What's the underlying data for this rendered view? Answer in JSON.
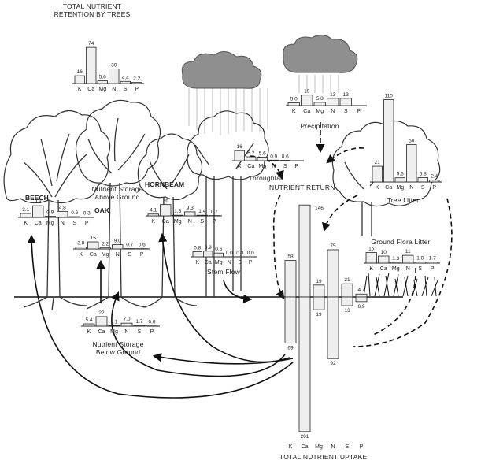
{
  "axis_labels": [
    "K",
    "Ca",
    "Mg",
    "N",
    "S",
    "P"
  ],
  "species_labels": [
    "BEECH",
    "OAK",
    "HORNBEAM"
  ],
  "panels": [
    {
      "id": "total-retention",
      "title_lines": [
        "TOTAL NUTRIENT",
        "RETENTION BY TREES"
      ],
      "values": [
        16,
        74,
        5.6,
        30,
        4.4,
        2.2
      ],
      "value_labels": [
        "16",
        "74",
        "5.6",
        "30",
        "4.4",
        "2.2"
      ]
    },
    {
      "id": "precipitation",
      "title_lines": [
        "Precipitation"
      ],
      "values": [
        5.0,
        19,
        5.8,
        13,
        13,
        0
      ],
      "value_labels": [
        "5.0",
        "19",
        "5.8",
        "13",
        "13",
        ""
      ]
    },
    {
      "id": "tree-litter",
      "title_lines": [
        "Tree Litter"
      ],
      "values": [
        21,
        110,
        5.6,
        50,
        5.8,
        2.4
      ],
      "value_labels": [
        "21",
        "110",
        "5.6",
        "50",
        "5.8",
        "2.4"
      ]
    },
    {
      "id": "throughfall",
      "title_lines": [
        "Throughfall"
      ],
      "values": [
        16,
        6.2,
        5.6,
        0.9,
        0.6,
        0
      ],
      "value_labels": [
        "16",
        "6.2",
        "5.6",
        "0.9",
        "0.6",
        ""
      ]
    },
    {
      "id": "beech",
      "title_lines": [],
      "values": [
        3.1,
        9.3,
        0.9,
        4.8,
        0.6,
        0.3
      ],
      "value_labels": [
        "3.1",
        "9.3",
        "0.9",
        "4.8",
        "0.6",
        "0.3"
      ]
    },
    {
      "id": "oak-storage-above",
      "title_lines": [
        "Nutrient Storage",
        "Above Ground"
      ],
      "values": [
        3.8,
        15,
        2.2,
        9.0,
        0.7,
        0.6
      ],
      "value_labels": [
        "3.8",
        "15",
        "2.2",
        "9.0",
        "0.7",
        "0.6"
      ]
    },
    {
      "id": "hornbeam",
      "title_lines": [],
      "values": [
        4.1,
        26,
        1.5,
        9.3,
        1.4,
        0.7
      ],
      "value_labels": [
        "4.1",
        "26",
        "1.5",
        "9.3",
        "1.4",
        "0.7"
      ]
    },
    {
      "id": "stem-flow",
      "title_lines": [
        "Stem Flow"
      ],
      "values": [
        0.8,
        0.9,
        0.6,
        0.0,
        0.0,
        0.0
      ],
      "value_labels": [
        "0.8",
        "0.9",
        "0.6",
        "0.0",
        "0.0",
        "0.0"
      ]
    },
    {
      "id": "ground-flora-litter",
      "title_lines": [
        "Ground Flora Litter"
      ],
      "values": [
        15,
        10,
        1.3,
        11,
        1.8,
        1.7
      ],
      "value_labels": [
        "15",
        "10",
        "1.3",
        "11",
        "1.8",
        "1.7"
      ]
    },
    {
      "id": "storage-below",
      "title_lines": [
        "Nutrient Storage",
        "Below Ground"
      ],
      "values": [
        5.4,
        22,
        1.1,
        7.0,
        1.7,
        0.6
      ],
      "value_labels": [
        "5.4",
        "22",
        "1.1",
        "7.0",
        "1.7",
        "0.6"
      ]
    }
  ],
  "central_chart": {
    "top_label": "NUTRIENT RETURN",
    "bottom_label": "TOTAL NUTRIENT UPTAKE",
    "return_values": [
      58,
      146,
      19,
      75,
      21,
      4.7
    ],
    "return_labels": [
      "58",
      "146",
      "19",
      "75",
      "21",
      "4.7"
    ],
    "uptake_values": [
      69,
      201,
      19,
      92,
      13,
      6.9
    ],
    "uptake_labels": [
      "69",
      "201",
      "19",
      "92",
      "13",
      "6.9"
    ]
  }
}
